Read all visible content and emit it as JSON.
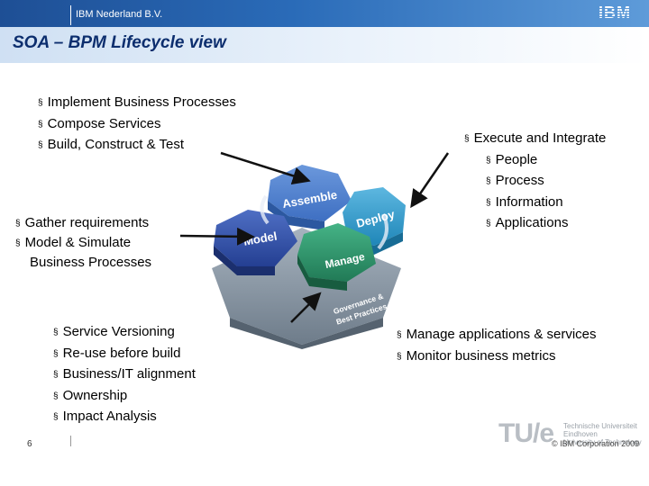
{
  "header": {
    "org": "IBM Nederland B.V.",
    "logo": "IBM"
  },
  "slide": {
    "title": "SOA – BPM Lifecycle view",
    "top_list": [
      "Implement Business Processes",
      "Compose Services",
      "Build, Construct & Test"
    ],
    "left_list": [
      "Gather requirements",
      "Model & Simulate"
    ],
    "left_cont": "Business Processes",
    "right_head": "Execute and Integrate",
    "right_list": [
      "People",
      "Process",
      "Information",
      "Applications"
    ],
    "bottom_left_list": [
      "Service Versioning",
      "Re-use before build",
      "Business/IT alignment",
      "Ownership",
      "Impact Analysis"
    ],
    "bottom_right_list": [
      "Manage applications & services",
      "Monitor business metrics"
    ],
    "diagram": {
      "assemble": "Assemble",
      "deploy": "Deploy",
      "model": "Model",
      "manage": "Manage",
      "governance_1": "Governance &",
      "governance_2": "Best Practices",
      "colors": {
        "assemble": "#4a7fd0",
        "deploy": "#2c9ac8",
        "model": "#2f4fa6",
        "manage": "#2a9468",
        "platform": "#8c9aa8"
      }
    },
    "bullet": "§"
  },
  "footer": {
    "page": "6",
    "copyright": "© IBM Corporation 2009",
    "tue_logo": "TU/e",
    "tue_line1": "Technische Universiteit",
    "tue_line2": "Eindhoven",
    "tue_line3": "University of Technology"
  }
}
